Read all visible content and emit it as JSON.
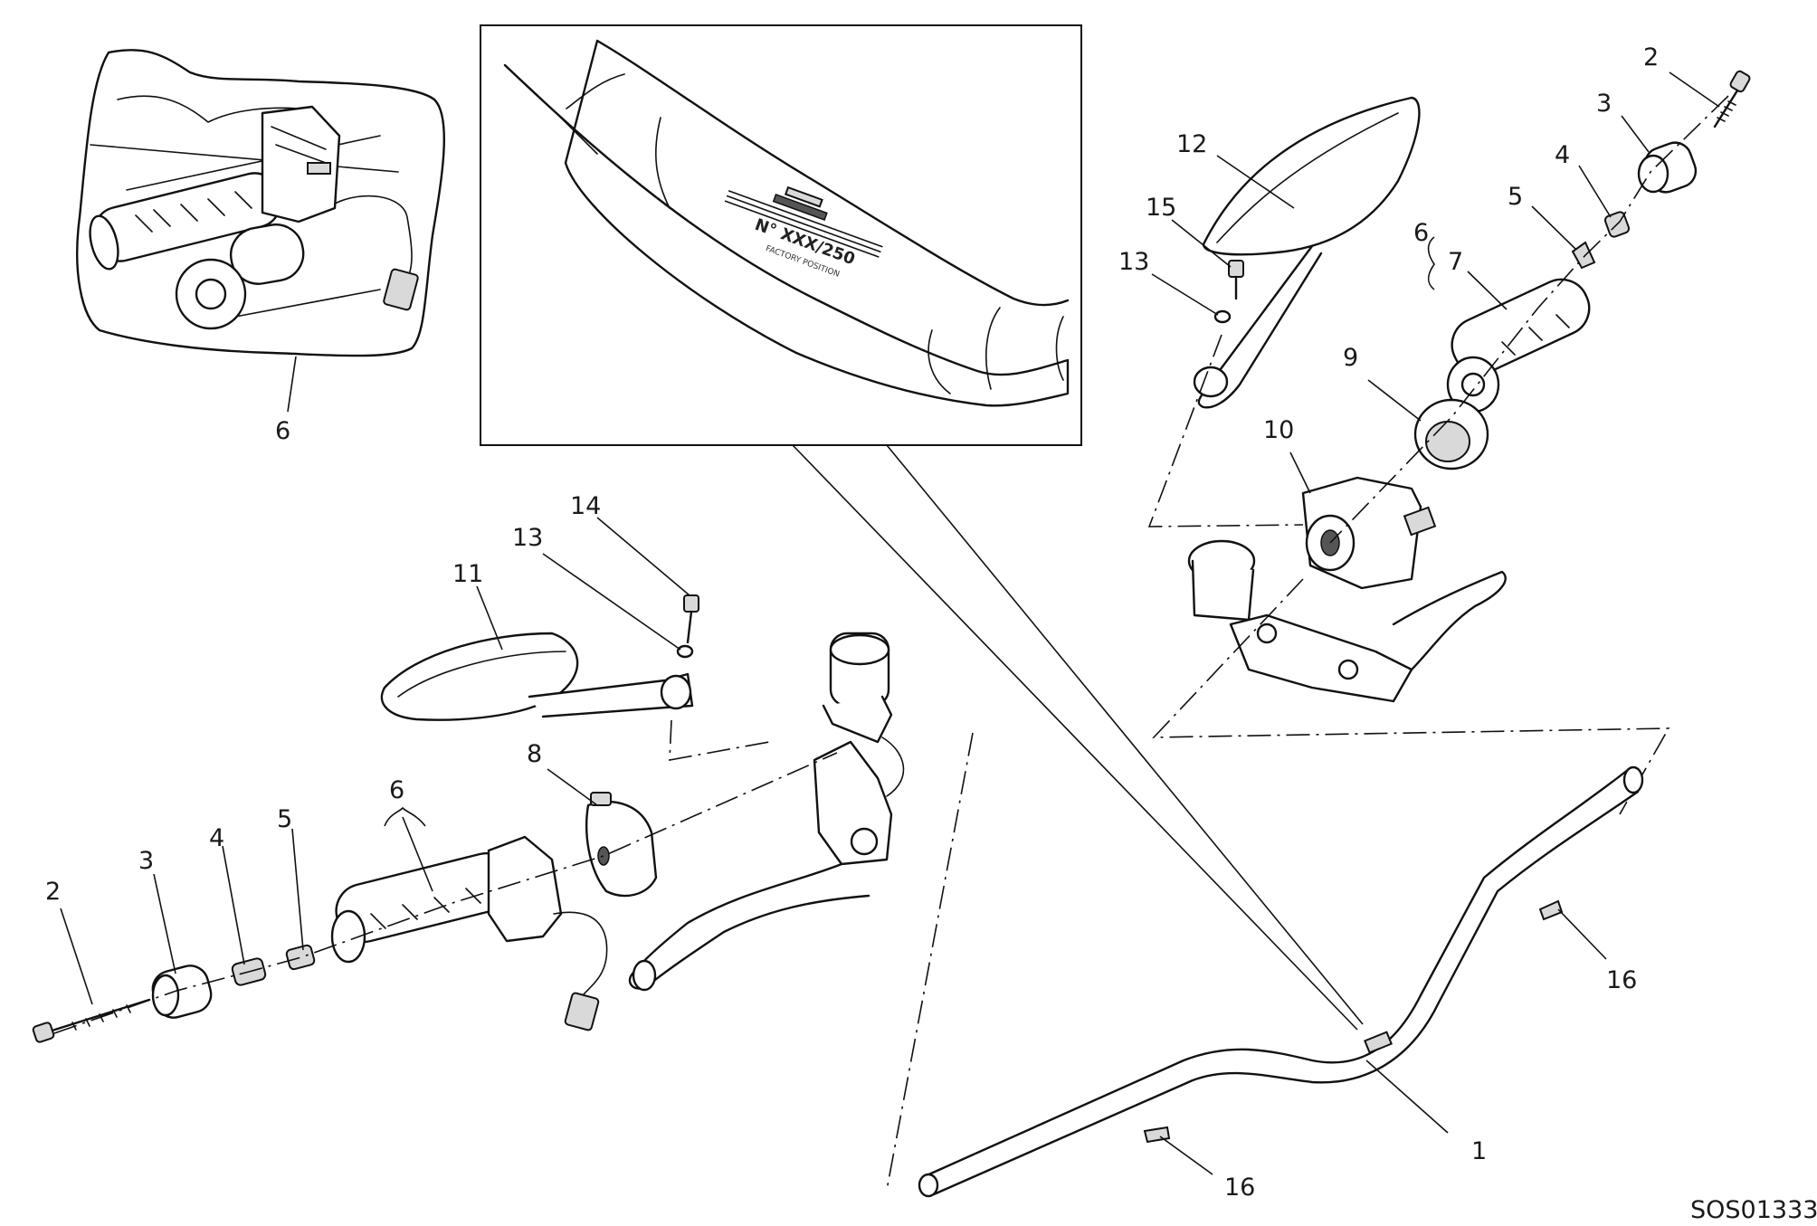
{
  "drawing_code": "SOS01333",
  "inset": {
    "serial_label": "N° XXX/250",
    "position_label": "FACTORY POSITION"
  },
  "callouts": [
    {
      "id": "c1",
      "label": "1"
    },
    {
      "id": "c2r",
      "label": "2"
    },
    {
      "id": "c3r",
      "label": "3"
    },
    {
      "id": "c4r",
      "label": "4"
    },
    {
      "id": "c5r",
      "label": "5"
    },
    {
      "id": "c6r",
      "label": "6"
    },
    {
      "id": "c7",
      "label": "7"
    },
    {
      "id": "c9",
      "label": "9"
    },
    {
      "id": "c10",
      "label": "10"
    },
    {
      "id": "c12",
      "label": "12"
    },
    {
      "id": "c13r",
      "label": "13"
    },
    {
      "id": "c15",
      "label": "15"
    },
    {
      "id": "c16r",
      "label": "16"
    },
    {
      "id": "c16b",
      "label": "16"
    },
    {
      "id": "c2l",
      "label": "2"
    },
    {
      "id": "c3l",
      "label": "3"
    },
    {
      "id": "c4l",
      "label": "4"
    },
    {
      "id": "c5l",
      "label": "5"
    },
    {
      "id": "c6l",
      "label": "6"
    },
    {
      "id": "c8",
      "label": "8"
    },
    {
      "id": "c11",
      "label": "11"
    },
    {
      "id": "c13l",
      "label": "13"
    },
    {
      "id": "c14",
      "label": "14"
    },
    {
      "id": "c6inset",
      "label": "6"
    }
  ]
}
